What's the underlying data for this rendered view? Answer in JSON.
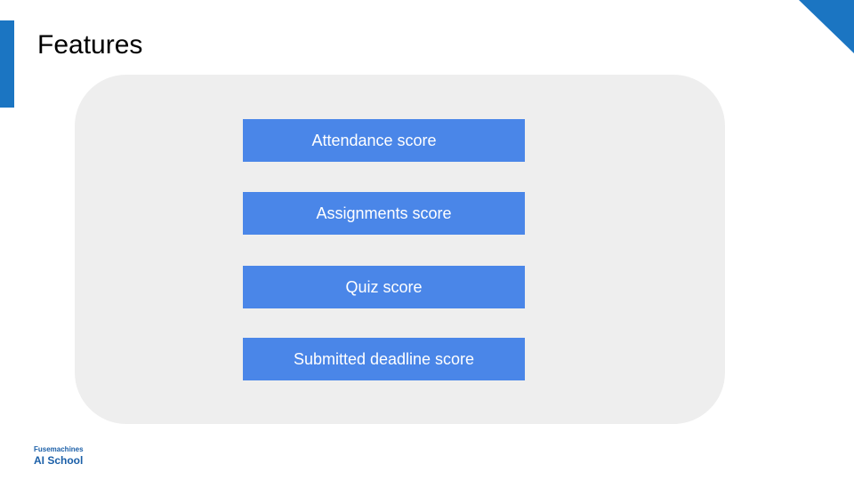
{
  "slide": {
    "title": "Features",
    "accent_color": "#1b75c2"
  },
  "panel": {
    "background_color": "#eeeeee",
    "features": [
      {
        "label": "Attendance score"
      },
      {
        "label": "Assignments score"
      },
      {
        "label": "Quiz score"
      },
      {
        "label": "Submitted deadline score"
      }
    ],
    "feature_box_color": "#4a86e8"
  },
  "logo": {
    "line1": "Fusemachines",
    "line2": "AI School"
  }
}
